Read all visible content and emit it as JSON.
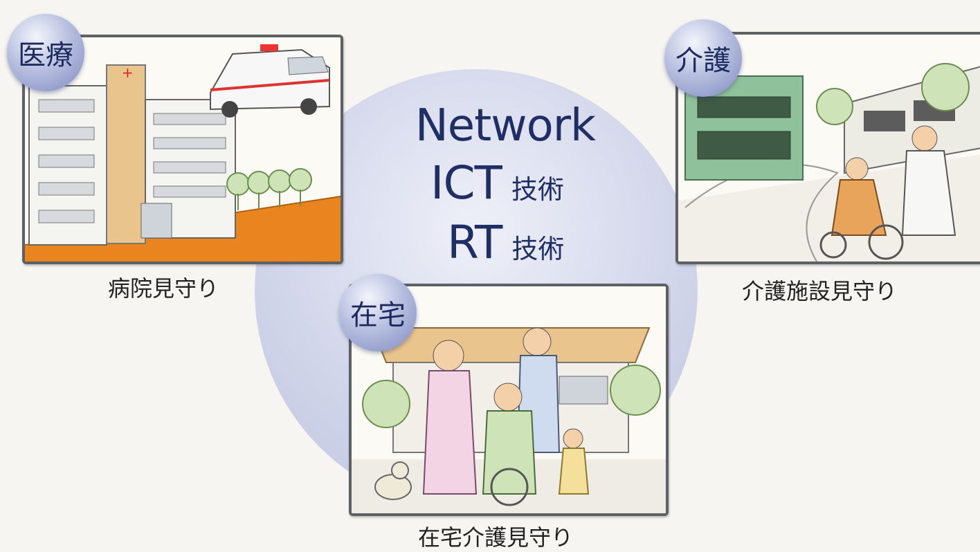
{
  "center": {
    "network": "Network",
    "ict": "ICT",
    "rt": "RT",
    "tech_suffix_1": "技術",
    "tech_suffix_2": "技術"
  },
  "nodes": {
    "medical": {
      "badge": "医療",
      "caption": "病院見守り"
    },
    "care": {
      "badge": "介護",
      "caption": "介護施設見守り"
    },
    "home": {
      "badge": "在宅",
      "caption": "在宅介護見守り"
    }
  },
  "colors": {
    "hub": "#c9cde6",
    "text_dark_blue": "#1f2f66",
    "badge": "#8f99c9",
    "panel_border": "#5d6166",
    "road_orange": "#e9841e",
    "building_green": "#8fc29a",
    "building_tan": "#e9c48c"
  }
}
